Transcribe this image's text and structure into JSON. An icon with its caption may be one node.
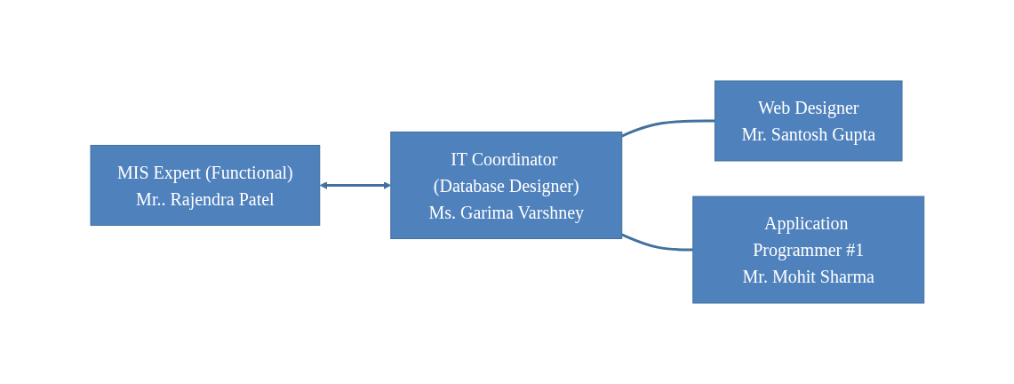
{
  "diagram": {
    "nodes": [
      {
        "text": [
          "MIS Expert (Functional)",
          "Mr.. Rajendra Patel"
        ]
      },
      {
        "text": [
          "IT Coordinator (Database Designer)",
          "Ms. Garima Varshney"
        ]
      },
      {
        "text": [
          "Web Designer",
          "Mr. Santosh Gupta"
        ]
      },
      {
        "text": [
          "Application Programmer #1",
          "Mr. Mohit Sharma"
        ]
      }
    ],
    "edges": [
      {
        "from": 0,
        "to": 1,
        "arrow": "both"
      },
      {
        "from": 1,
        "to": 2,
        "arrow": "none"
      },
      {
        "from": 1,
        "to": 3,
        "arrow": "none"
      }
    ]
  }
}
